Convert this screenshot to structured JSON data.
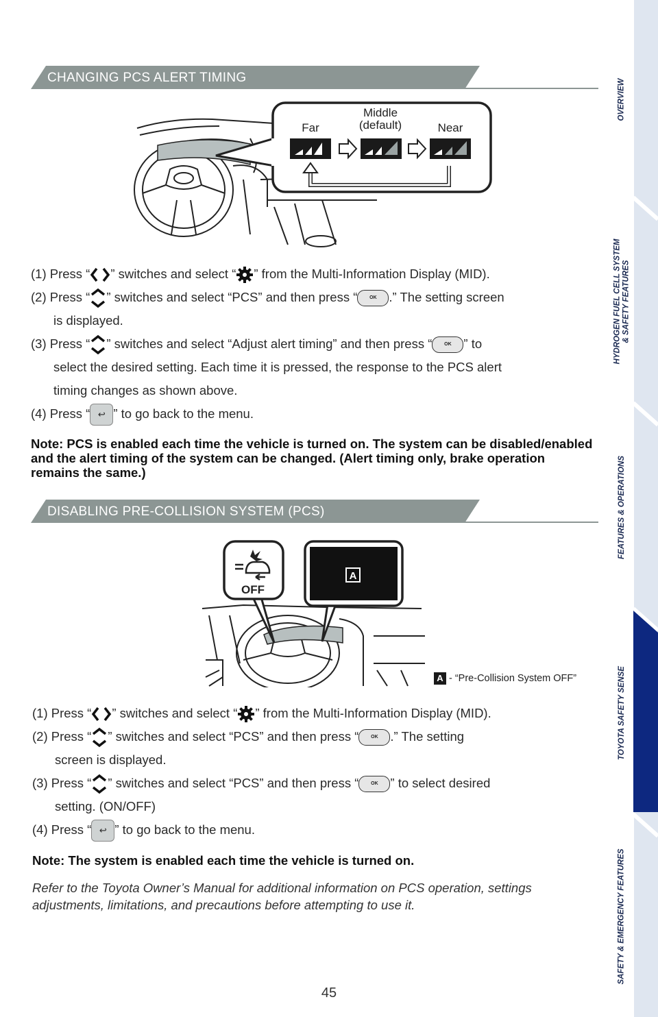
{
  "section1": {
    "title": "CHANGING PCS ALERT TIMING",
    "labels": {
      "far": "Far",
      "middle_1": "Middle",
      "middle_2": "(default)",
      "near": "Near"
    },
    "steps": [
      {
        "num": "(1) Press “",
        "a": "” switches and select “",
        "b": "” from the Multi-Information Display (MID)."
      },
      {
        "num": "(2) Press “",
        "a": "” switches and select “PCS” and then press “",
        "b": ".” The setting screen"
      },
      {
        "cont": "is displayed."
      },
      {
        "num": "(3) Press “",
        "a": "” switches and select “Adjust alert timing” and then press “",
        "b": "” to"
      },
      {
        "cont": "select the desired setting. Each time it is pressed, the response to the PCS alert"
      },
      {
        "cont": "timing changes as shown above."
      },
      {
        "num": "(4) Press “",
        "b": "” to go back to the menu."
      }
    ],
    "note": "Note: PCS is enabled each time the vehicle is turned on. The system can be disabled/enabled and the alert timing of the system can be changed. (Alert timing only, brake operation remains the same.)"
  },
  "section2": {
    "title": "DISABLING PRE-COLLISION SYSTEM (PCS)",
    "off_label": "OFF",
    "callout_letter": "A",
    "caption": "- “Pre-Collision System OFF”",
    "steps": [
      {
        "num": "(1) Press “",
        "a": "” switches and select “",
        "b": "” from the Multi-Information Display (MID)."
      },
      {
        "num": "(2) Press “",
        "a": "” switches and select “PCS” and then press “",
        "b": ".” The setting"
      },
      {
        "cont": "screen is displayed."
      },
      {
        "num": "(3) Press “",
        "a": "” switches and select “PCS” and then press “",
        "b": "” to select desired"
      },
      {
        "cont": "setting. (ON/OFF)"
      },
      {
        "num": "(4) Press “",
        "b": "” to go back to the menu."
      }
    ],
    "note": "Note: The system is enabled each time the vehicle is turned on.",
    "reference": "Refer to the Toyota Owner’s Manual for additional information on PCS operation, settings adjustments, limitations, and precautions before attempting to use it."
  },
  "ok_label": "OK",
  "page_number": "45",
  "side_tabs": [
    {
      "label": "OVERVIEW",
      "active": false
    },
    {
      "label": "HYDROGEN FUEL CELL SYSTEM",
      "label2": "& SAFETY FEATURES",
      "active": false
    },
    {
      "label": "FEATURES & OPERATIONS",
      "active": false
    },
    {
      "label": "TOYOTA SAFETY SENSE",
      "active": true
    },
    {
      "label": "SAFETY & EMERGENCY FEATURES",
      "active": false
    }
  ],
  "colors": {
    "header_gray": "#8c9694",
    "tab_light": "#dfe6f0",
    "tab_active": "#0d2880",
    "tab_text": "#1b2a52"
  }
}
